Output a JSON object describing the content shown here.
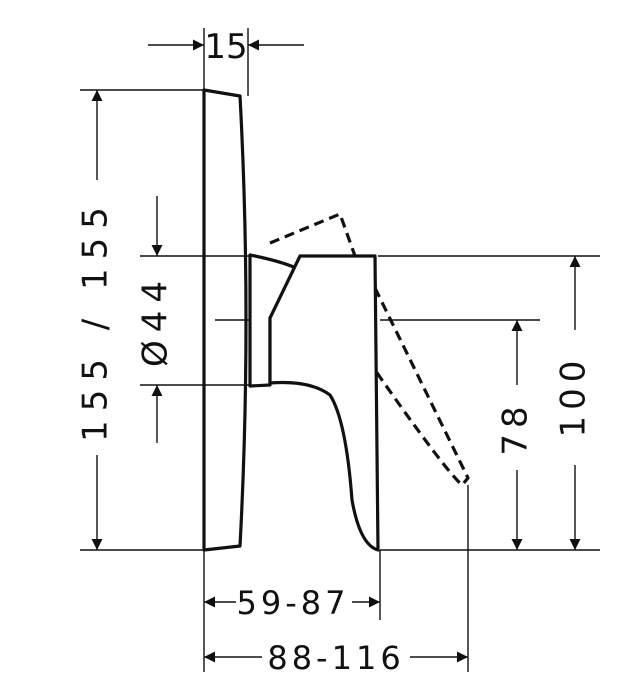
{
  "dimensions": {
    "top_width": "15",
    "plate_height": "155 / 155",
    "rosette_diameter": "Ø44",
    "lever_height": "100",
    "lever_tip_height": "78",
    "projection": "59-87",
    "projection_total": "88-116"
  },
  "colors": {
    "line": "#111111",
    "background": "#ffffff"
  }
}
